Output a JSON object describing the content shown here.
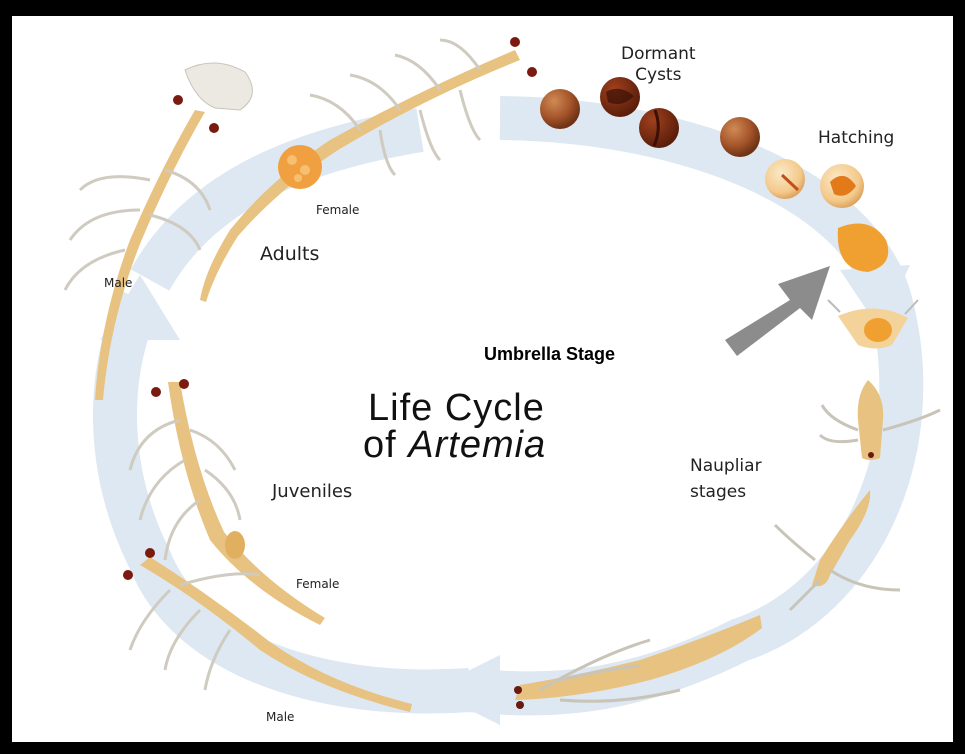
{
  "diagram": {
    "title_line1": "Life Cycle",
    "title_line2_prefix": "of",
    "title_line2_italic": "Artemia",
    "labels": {
      "dormant_cysts": "Dormant\nCysts",
      "hatching": "Hatching",
      "umbrella_stage": "Umbrella Stage",
      "naupliar_stages": "Naupliar\nstages",
      "juveniles": "Juveniles",
      "juvenile_female": "Female",
      "juvenile_male": "Male",
      "adults": "Adults",
      "adult_female": "Female",
      "adult_male": "Male"
    },
    "colors": {
      "cycle_arrow": "#dde8f2",
      "pointer_arrow": "#8c8c8c",
      "body": "#e6c27a",
      "appendage": "#d9d6cc",
      "cyst": "#9a4a1f",
      "egg_mass": "#f0a040"
    }
  }
}
